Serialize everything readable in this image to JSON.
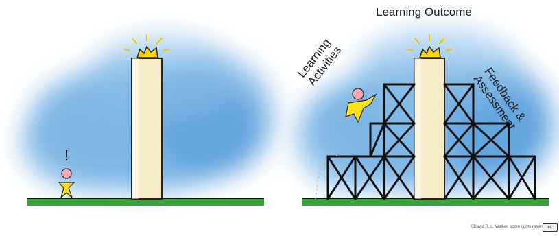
{
  "title": "Learning Outcome",
  "activities_label": [
    "Learning",
    "Activities"
  ],
  "feedback_label": [
    "Feedback &",
    "Assessment"
  ],
  "credit": "©David R. L. Walker, some rights reserved",
  "cc_badge": "cc",
  "exclamation": "!",
  "colors": {
    "sky": "#3f8fd6",
    "ground": "#3aa33a",
    "tower": "#f7ecc7",
    "figure": "#ffe21c",
    "head": "#f3a9b5",
    "trophy": "#ffd200",
    "scaffold": "#111111"
  },
  "icons": [
    "trophy-icon",
    "stick-figure-icon",
    "scaffold-icon",
    "cc-license-icon"
  ]
}
